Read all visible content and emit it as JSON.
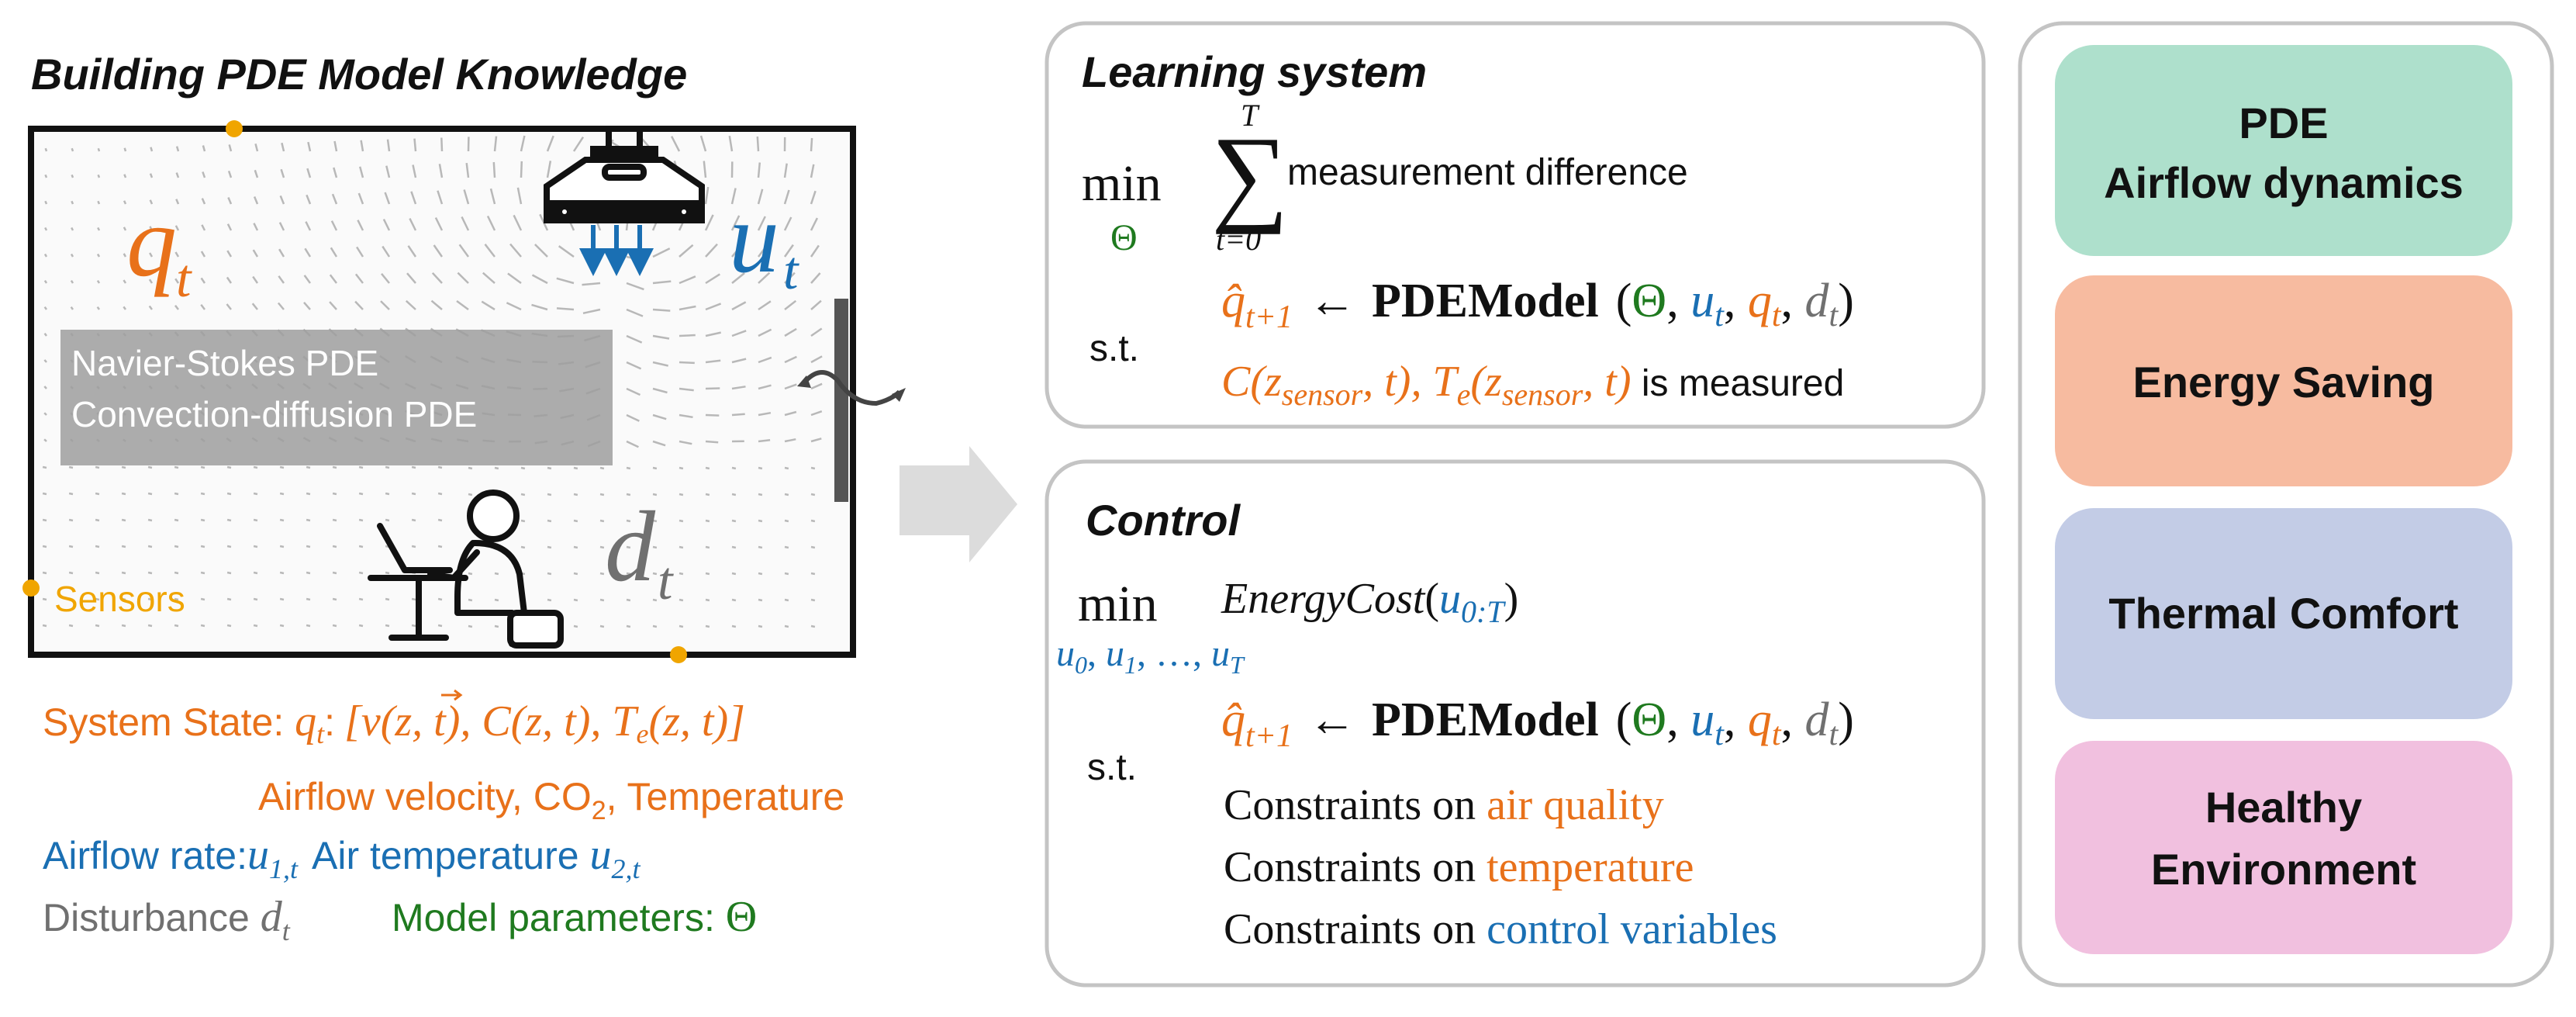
{
  "colors": {
    "orange": "#e8711a",
    "blue": "#1a6fb3",
    "green": "#1f7a1f",
    "gray": "#707070",
    "sensor": "#f0a500",
    "pde_box": "#aee0cc",
    "energy_box": "#f7bba0",
    "comfort_box": "#c3cce6",
    "healthy_box": "#f1c0df"
  },
  "left": {
    "title": "Building PDE Model Knowledge",
    "q_symbol": "q",
    "q_sub": "t",
    "u_symbol": "u",
    "u_sub": "t",
    "d_symbol": "d",
    "d_sub": "t",
    "pde_line1": "Navier-Stokes PDE",
    "pde_line2": "Convection-diffusion PDE",
    "sensors_label": "Sensors",
    "system_state_label": "System State: ",
    "system_state_q": "q",
    "system_state_q_sub": "t",
    "system_state_colon": ":",
    "system_state_formula": "[v(z, t), C(z, t), T",
    "system_state_te_sub": "e",
    "system_state_tail": "(z, t)]",
    "state_desc_a": "Airflow velocity, CO",
    "state_desc_sub": "2",
    "state_desc_b": ", Temperature",
    "airflow_rate_label": "Airflow rate:",
    "airflow_rate_sym": "u",
    "airflow_rate_sub": "1,t",
    "air_temp_label": "Air temperature ",
    "air_temp_sym": "u",
    "air_temp_sub": "2,t",
    "disturbance_label": "Disturbance ",
    "disturbance_sym": "d",
    "disturbance_sub": "t",
    "model_params_label": "Model parameters: ",
    "model_params_sym": "Θ"
  },
  "learning": {
    "title": "Learning system",
    "min_label": "min",
    "min_var": "Θ",
    "sum_sign": "∑",
    "sum_upper": "T",
    "sum_lower": "t=0",
    "objective": "measurement difference",
    "st_label": "s.t.",
    "qhat": "q̂",
    "qhat_sub": "t+1",
    "arrow": "←",
    "model_name": "PDEModel",
    "args_open": "(",
    "args_theta": "Θ",
    "args_comma": ", ",
    "args_u": "u",
    "args_q": "q",
    "args_d": "d",
    "args_sub": "t",
    "args_close": ")",
    "meas_c": "C(z",
    "meas_sub": "sensor",
    "meas_mid": ", t), T",
    "meas_te_sub": "e",
    "meas_tail": ", t)",
    "meas_suffix": " is measured"
  },
  "control": {
    "title": "Control",
    "min_label": "min",
    "min_vars": "u",
    "min_vars_sub0": "0",
    "min_vars_sub1": "1",
    "min_vars_sep": ", ",
    "min_vars_dots": ", …, ",
    "min_vars_subT": "T",
    "cost_name": "EnergyCost",
    "cost_arg_open": "(",
    "cost_arg": "u",
    "cost_arg_sub": "0:T",
    "cost_arg_close": ")",
    "st_label": "s.t.",
    "constraint_prefix": "Constraints on ",
    "constraint_1": "air quality",
    "constraint_2": "temperature",
    "constraint_3": "control variables"
  },
  "objectives": {
    "pde_line1": "PDE",
    "pde_line2": "Airflow dynamics",
    "energy": "Energy Saving",
    "comfort": "Thermal Comfort",
    "healthy_line1": "Healthy",
    "healthy_line2": "Environment"
  },
  "icons": [
    "ceiling-diffuser-icon",
    "door-icon",
    "person-at-desk-icon",
    "flow-arrow-icon",
    "sensor-dot-icon"
  ]
}
